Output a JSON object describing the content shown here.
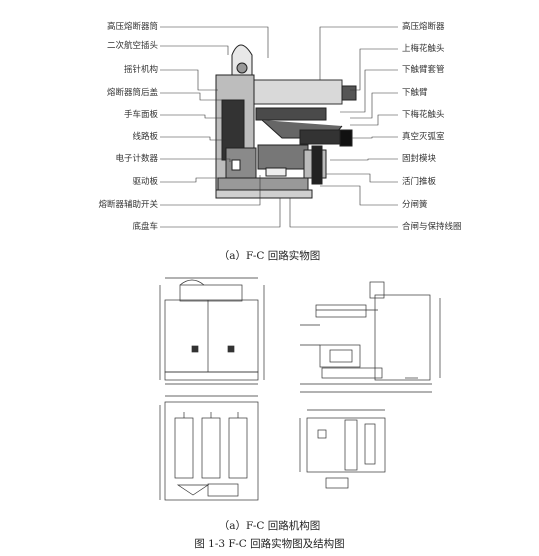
{
  "top_figure": {
    "left_labels": [
      "高压熔断器筒",
      "二次航空插头",
      "摇针机构",
      "熔断器筒后盖",
      "手车面板",
      "线路板",
      "电子计数器",
      "驱动板",
      "熔断器辅助开关",
      "底盘车"
    ],
    "right_labels": [
      "高压熔断器",
      "上梅花触头",
      "下触臂套管",
      "下触臂",
      "下梅花触头",
      "真空灭弧室",
      "固封模块",
      "活门推板",
      "分闸簧",
      "合闸与保持线圈"
    ],
    "caption": "（a）F-C 回路实物图"
  },
  "bottom_figure": {
    "caption": "（a）F-C 回路机构图"
  },
  "figure_caption": "图 1-3 F-C 回路实物图及结构图"
}
